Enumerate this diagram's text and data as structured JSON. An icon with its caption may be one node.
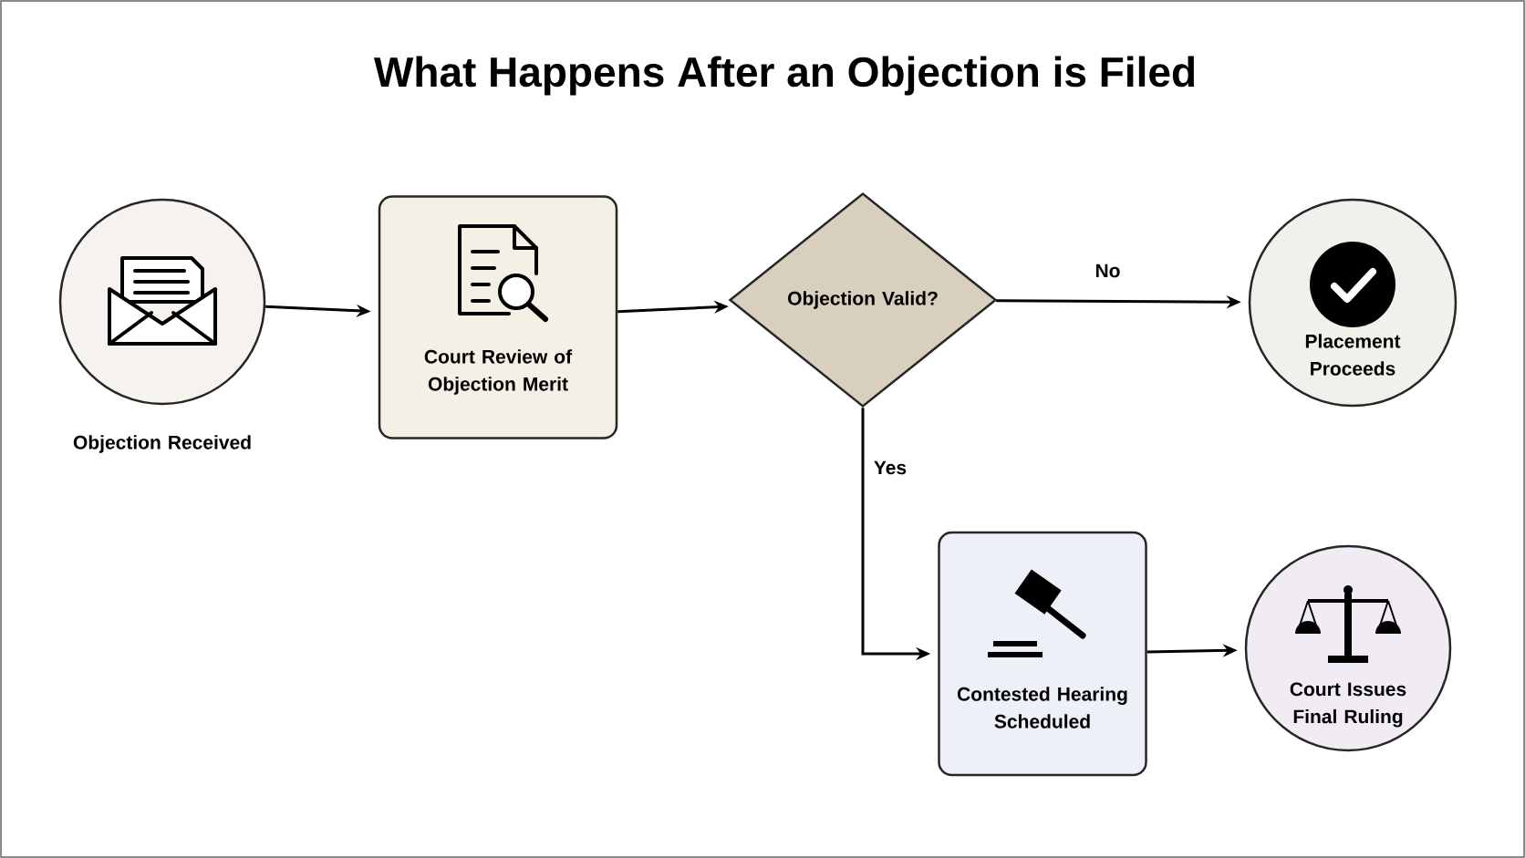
{
  "diagram": {
    "title": "What Happens After an Objection is Filed",
    "nodes": [
      {
        "text": [
          "Objection Received"
        ]
      },
      {
        "text": [
          "Court Review of Objection Merit"
        ]
      },
      {
        "text": [
          "Objection Valid?"
        ]
      },
      {
        "text": [
          "Placement Proceeds"
        ]
      },
      {
        "text": [
          "Contested Hearing Scheduled"
        ]
      },
      {
        "text": [
          "Court Issues Final Ruling"
        ]
      }
    ],
    "edges": [
      {
        "from": 0,
        "to": 1,
        "arrow": "to"
      },
      {
        "from": 1,
        "to": 2,
        "arrow": "to"
      },
      {
        "from": 2,
        "to": 3,
        "arrow": "to",
        "label": "No"
      },
      {
        "from": 2,
        "to": 4,
        "arrow": "to",
        "label": "Yes"
      },
      {
        "from": 4,
        "to": 5,
        "arrow": "to"
      }
    ]
  }
}
